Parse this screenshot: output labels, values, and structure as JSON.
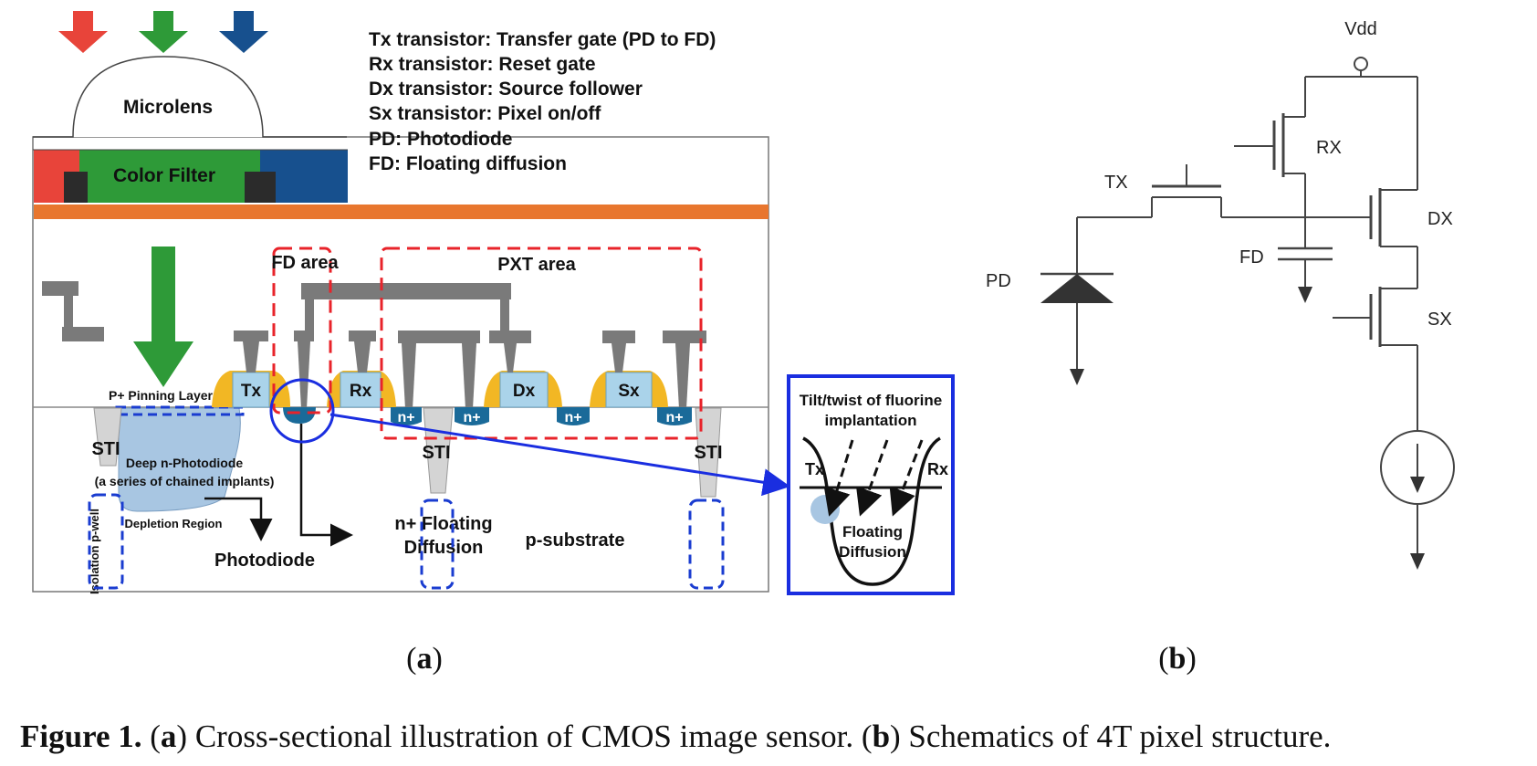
{
  "panel_a": {
    "legend": [
      "Tx transistor: Transfer gate (PD to FD)",
      "Rx transistor: Reset gate",
      "Dx transistor: Source follower",
      "Sx transistor: Pixel on/off",
      "PD: Photodiode",
      "FD: Floating diffusion"
    ],
    "microlens": "Microlens",
    "color_filter": "Color Filter",
    "fd_area": "FD area",
    "pxt_area": "PXT area",
    "pinning": "P+ Pinning Layer",
    "gates": [
      "Tx",
      "Rx",
      "Dx",
      "Sx"
    ],
    "n_plus": "n+",
    "sti": "STI",
    "deep_pd_1": "Deep n-Photodiode",
    "deep_pd_2": "(a series of chained implants)",
    "depletion": "Depletion Region",
    "photodiode": "Photodiode",
    "isolation": "Isolation p-well",
    "fd_label_1": "n+ Floating",
    "fd_label_2": "Diffusion",
    "substrate": "p-substrate",
    "inset_title_1": "Tilt/twist of fluorine",
    "inset_title_2": "implantation",
    "inset_tx": "Tx",
    "inset_rx": "Rx",
    "inset_fd_1": "Floating",
    "inset_fd_2": "Diffusion",
    "label": "a"
  },
  "panel_b": {
    "vdd": "Vdd",
    "rx": "RX",
    "tx": "TX",
    "dx": "DX",
    "fd": "FD",
    "pd": "PD",
    "sx": "SX",
    "label": "b"
  },
  "caption": {
    "prefix": "Figure 1.",
    "a_open": " (",
    "a_letter": "a",
    "a_text": ") Cross-sectional illustration of CMOS image sensor. (",
    "b_letter": "b",
    "b_text": ") Schematics of 4T pixel structure."
  },
  "colors": {
    "red": "#e8443a",
    "green": "#2e9a38",
    "blue": "#17508e",
    "orange": "#e8762e",
    "gate": "#7a7a7a",
    "spacer": "#f2b724",
    "channel": "#aad3ea",
    "nplus": "#1a6a99",
    "frame_blue": "#1a2ee0"
  }
}
